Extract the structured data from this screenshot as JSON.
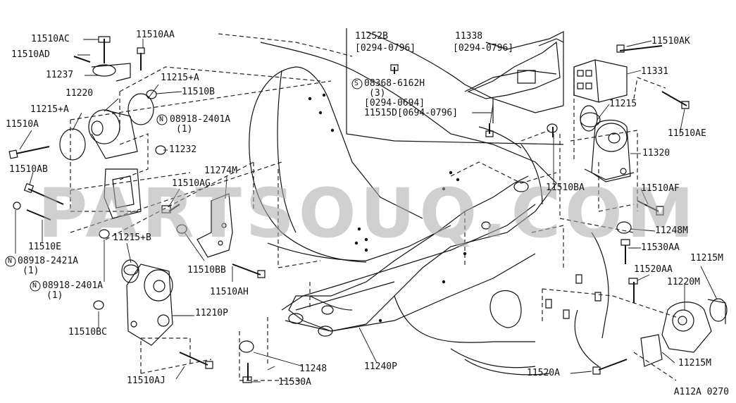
{
  "watermark": "PARTSOUQ.COM",
  "diagram_code": "A112A 0270",
  "labels": [
    {
      "id": "11510AC",
      "text": "11510AC"
    },
    {
      "id": "11510AA",
      "text": "11510AA"
    },
    {
      "id": "11510AD",
      "text": "11510AD"
    },
    {
      "id": "11237",
      "text": "11237"
    },
    {
      "id": "11215A_top",
      "text": "11215+A"
    },
    {
      "id": "11510B",
      "text": "11510B"
    },
    {
      "id": "11220",
      "text": "11220"
    },
    {
      "id": "11215A_left",
      "text": "11215+A"
    },
    {
      "id": "N08918_2401A_top",
      "text": "08918-2401A"
    },
    {
      "id": "qty1_top",
      "text": "(1)"
    },
    {
      "id": "11510A",
      "text": "11510A"
    },
    {
      "id": "11232",
      "text": "11232"
    },
    {
      "id": "11510AB",
      "text": "11510AB"
    },
    {
      "id": "11274M",
      "text": "11274M"
    },
    {
      "id": "11510AG",
      "text": "11510AG"
    },
    {
      "id": "11510E",
      "text": "11510E"
    },
    {
      "id": "11215B",
      "text": "11215+B"
    },
    {
      "id": "N08918_2421A",
      "text": "08918-2421A"
    },
    {
      "id": "qty1_mid",
      "text": "(1)"
    },
    {
      "id": "N08918_2401A_bot",
      "text": "08918-2401A"
    },
    {
      "id": "qty1_bot",
      "text": "(1)"
    },
    {
      "id": "11510BB",
      "text": "11510BB"
    },
    {
      "id": "11510AH",
      "text": "11510AH"
    },
    {
      "id": "11210P",
      "text": "11210P"
    },
    {
      "id": "11510BC",
      "text": "11510BC"
    },
    {
      "id": "11510AJ",
      "text": "11510AJ"
    },
    {
      "id": "11248_bot",
      "text": "11248"
    },
    {
      "id": "11530A",
      "text": "11530A"
    },
    {
      "id": "11240P",
      "text": "11240P"
    },
    {
      "id": "11252B",
      "text": "11252B"
    },
    {
      "id": "date_0294_0796_a",
      "text": "[0294-0796]"
    },
    {
      "id": "11338",
      "text": "11338"
    },
    {
      "id": "date_0294_0796_b",
      "text": "[0294-0796]"
    },
    {
      "id": "S08368_6162H",
      "text": "08368-6162H"
    },
    {
      "id": "qty3",
      "text": "(3)"
    },
    {
      "id": "date_0294_0694",
      "text": "[0294-0694]"
    },
    {
      "id": "11515D",
      "text": "11515D[0694-0796]"
    },
    {
      "id": "11510AK",
      "text": "11510AK"
    },
    {
      "id": "11331",
      "text": "11331"
    },
    {
      "id": "11215",
      "text": "11215"
    },
    {
      "id": "11510AE",
      "text": "11510AE"
    },
    {
      "id": "11320",
      "text": "11320"
    },
    {
      "id": "11510BA",
      "text": "11510BA"
    },
    {
      "id": "11510AF",
      "text": "11510AF"
    },
    {
      "id": "11248M",
      "text": "11248M"
    },
    {
      "id": "11530AA",
      "text": "11530AA"
    },
    {
      "id": "11520AA",
      "text": "11520AA"
    },
    {
      "id": "11215M_top",
      "text": "11215M"
    },
    {
      "id": "11220M",
      "text": "11220M"
    },
    {
      "id": "11215M_bot",
      "text": "11215M"
    },
    {
      "id": "11520A",
      "text": "11520A"
    }
  ],
  "circled_prefix": {
    "N": "N",
    "S": "S"
  }
}
